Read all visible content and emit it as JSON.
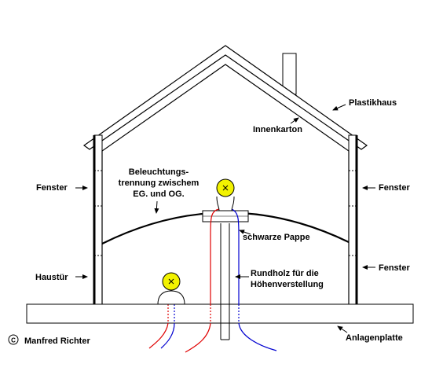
{
  "labels": {
    "plastikhaus": "Plastikhaus",
    "innenkarton": "Innenkarton",
    "beleuchtung_1": "Beleuchtungs-",
    "beleuchtung_2": "trennung zwischem",
    "beleuchtung_3": "EG. und OG.",
    "fenster_left": "Fenster",
    "fenster_right_top": "Fenster",
    "fenster_right_bottom": "Fenster",
    "schwarze_pappe": "schwarze Pappe",
    "rundholz_1": "Rundholz für die",
    "rundholz_2": "Höhenverstellung",
    "haustuer": "Haustür",
    "anlagenplatte": "Anlagenplatte",
    "copyright_symbol": "C",
    "author": "Manfred Richter"
  },
  "colors": {
    "line": "#000000",
    "bulb": "#f2f200",
    "wire_red": "#e00000",
    "wire_blue": "#0000d0"
  },
  "icons": {
    "lamp": "light-bulb-icon",
    "arrow": "arrow-icon"
  }
}
